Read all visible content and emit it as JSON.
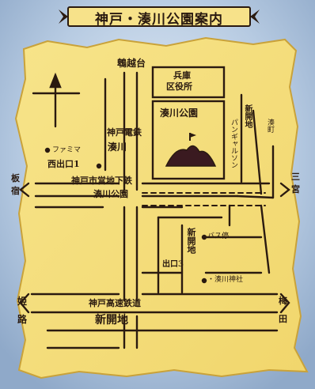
{
  "title": "神戸・湊川公園案内",
  "labels": {
    "north_top": "鵯越台",
    "ward_office_line1": "兵庫",
    "ward_office_line2": "区役所",
    "park": "湊川公園",
    "kobe_dentetsu": "神戸電鉄",
    "minatogawa": "湊川",
    "familymart": "ファミマ",
    "west_exit": "西出口1",
    "subway_station_line1": "神戸市営地下鉄",
    "subway_station_line2": "湊川公園",
    "itayado_1": "板",
    "itayado_2": "宿",
    "sannomiya_1": "三",
    "sannomiya_2": "宮",
    "station_right": "新開地",
    "shinkaichi_v": "新開地",
    "exit_3": "出口3",
    "shop_1": "パンギャルソン",
    "shop_2": "・湊川神社",
    "bus_stop": "バス停",
    "right_street": "湊町",
    "hime_1": "姫",
    "hime_2": "路",
    "kobe_kosoku": "神戸高速鉄道",
    "shinkaichi_h": "新開地",
    "bottom_right_1": "梅",
    "bottom_right_2": "田"
  },
  "icons": [
    "compass-icon",
    "mountain-icon"
  ]
}
